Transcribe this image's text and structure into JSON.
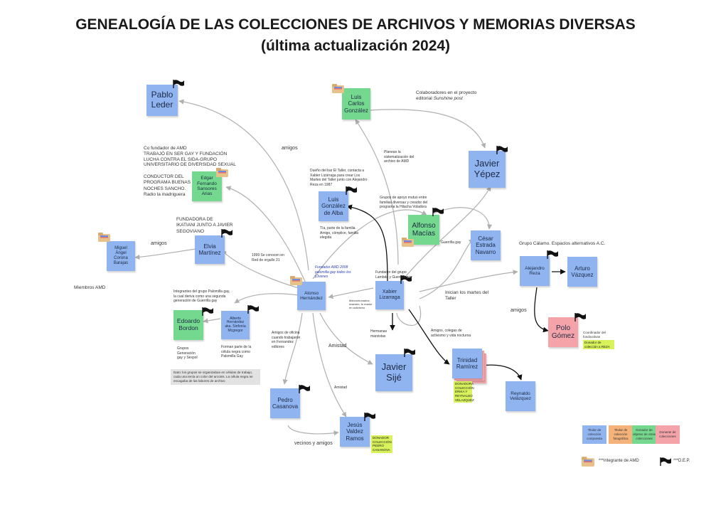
{
  "title": {
    "line1": "GENEALOGÍA DE LAS COLECCIONES DE ARCHIVOS Y MEMORIAS DIVERSAS",
    "line2": "(última actualización 2024)"
  },
  "nodes": {
    "pablo_leder": "Pablo Leder",
    "luis_carlos_gonzalez": "Luis Carlos González",
    "javier_yepez": "Javier Yépez",
    "edgar_sansores": "Edgar Fernando Sansores Arias",
    "luis_gonzalez_alba": "Luis González de Alba",
    "alfonso_macias": "Alfonso Macías",
    "cesar_navarro": "César Estrada Navarro",
    "elvia_martinez": "Elvia Martínez",
    "miguel_corona": "Miguel Ángel Corona Barajas",
    "alonso_hernandez": "Alonso Hernández",
    "xabier_lizarraga": "Xabier Lizarraga",
    "alejandro_reza": "Alejandro Reza",
    "arturo_vazquez": "Arturo Vázquez",
    "edoardo_bordon": "Edoardo Bordon",
    "alberto_hernandez": "Alberto Hernández aka. Sinfonía Mcgregor",
    "polo_gomez": "Polo Gómez",
    "javier_sije": "Javier Sijé",
    "trinidad_ramirez": "Trinidad Ramírez",
    "reynaldo_velazquez": "Reynaldo Velázquez",
    "pedro_casanova": "Pedro Casanova",
    "jesus_valdez": "Jesús Valdez Ramos"
  },
  "notes": {
    "colaboradores": "Colaboradores en el proyecto editorial",
    "sunshine": "Sunshine post",
    "cofundador": "Co fundador de AMD\nTRABAJÓ EN SER GAY Y FUNDACIÓN\nLUCHA CONTRA EL SIDA-GRUPO\nUNIVERSITARIO DE DIVERSIDAD SEXUAL",
    "conductor": "CONDUCTOR DEL\nPROGRAMA BUENAS\nNOCHES SANCHO.\nRadio la madriguera",
    "fundadora": "FUNDADORA DE\nIKATIANI JUNTO A JAVIER SEGOVIANO",
    "duenio": "Dueño del bar El Taller, contacta a Xabier Lizárraga para crear Los Martes del Taller junto con Alejandro Reza en 1987",
    "planean": "Planean la sistematización del archivo de AMD",
    "grupos_apoyo": "Grupos de apoyo mutuo entre familias diversas y creador del programa la Hilacha Voladora",
    "tia": "Tía, parte de la familia. Amigo, cómplice, familia elegida",
    "guerrilla": "Guerrilla gay",
    "grupo_calamo": "Grupo Cálamo. Espacios alternativos A.C.",
    "conocen_1999": "1999 Se conocen en Red de orgullo 31",
    "fundador_amd": "Fundador AMD 2008 palomilla gay todos los jÓvenes",
    "fundador_lambda": "Fundador del grupo Lambda y Guerrilla gay",
    "inician_martes": "Inician los martes del Taller",
    "integrantes": "Integrantes del grupo Palomilla gay, la cual deriva como una segunda generación de Guerrilla gay",
    "mancomunados": "Mancomunados, maestro, fo mador en activismo",
    "hermanas": "Hermanas marxistas",
    "amigos_colegas": "Amigos, colegas de activismo y vida nocturna",
    "amigos_oficina": "Amigos de oficina cuando trabajaron en Fernandez editores",
    "grupos_generacion": "Grupos Generación gay y Sexpol",
    "forman_parte": "Forman parte de la célula negra como Palomilla Gay",
    "coordinador": "Coordinador del fondovolvan",
    "gray_note": "Dato: los grupos se organizaban en células  de trabajo, cada una tenía un color del arcoiris. La célula negra se encagaba de las labores de archivo",
    "miembros": "Miembros AMD"
  },
  "highlights": {
    "donador_reza": "Donador de colección a REZA",
    "donadora_trinidad": "DONADORA COLECCIÓN ERIKA Y REYNALDO VELAZQUEZ",
    "donador_casanova": "DONADOR COLECCIÓN PEDRO CASANOVA"
  },
  "edge_labels": {
    "amigos_1": "amigos",
    "amigos_2": "amigos",
    "amigos_3": "amigos",
    "amistad_1": "Amistad",
    "amistad_2": "Amistad",
    "vecinos": "vecinos y amigos"
  },
  "legend": {
    "blue": "Titular de colección compuesta",
    "orange": "Titular de colección fotográfica",
    "green": "Donador de objetos de otras colecciones",
    "pink": "Donante de colecciones",
    "amd": "***integrante de AMD",
    "dep": "***D.E.P."
  },
  "colors": {
    "blue": "#8fb4f0",
    "green": "#74d98e",
    "pink": "#f4a3a9",
    "orange": "#f5b27a",
    "highlight": "#d7f25a"
  },
  "icons": {
    "flag": "black-flag-icon",
    "folder": "amd-folder-icon"
  }
}
